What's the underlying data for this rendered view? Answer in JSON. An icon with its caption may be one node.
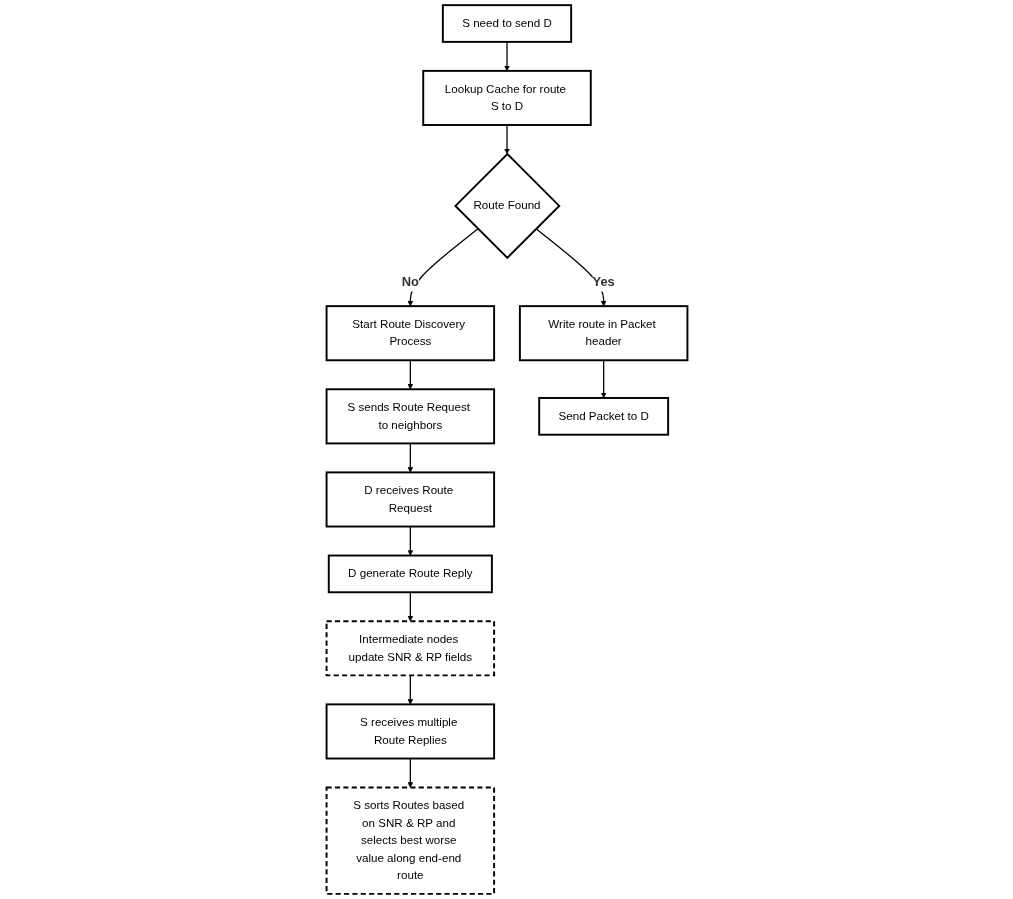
{
  "diagram": {
    "nodes": [
      {
        "text": [
          "S need to send D"
        ]
      },
      {
        "text": [
          "Lookup Cache for route S to D"
        ]
      },
      {
        "text": [
          "Route Found"
        ]
      },
      {
        "text": [
          "Start Route Discovery Process"
        ]
      },
      {
        "text": [
          "S sends Route Request to neighbors"
        ]
      },
      {
        "text": [
          "D receives Route Request"
        ]
      },
      {
        "text": [
          "D generate Route Reply"
        ]
      },
      {
        "text": [
          "Intermediate nodes update SNR & RP fields"
        ]
      },
      {
        "text": [
          "S receives multiple Route Replies"
        ]
      },
      {
        "text": [
          "S sorts Routes based on SNR & RP and selects best worse value along end-end route"
        ]
      },
      {
        "text": [
          "Write route in Packet header"
        ]
      },
      {
        "text": [
          "Send Packet to D"
        ]
      }
    ],
    "edges": [
      {
        "from": 0,
        "to": 1,
        "arrow": "to"
      },
      {
        "from": 1,
        "to": 2,
        "arrow": "to"
      },
      {
        "from": 2,
        "to": 3,
        "arrow": "to",
        "label": "No"
      },
      {
        "from": 2,
        "to": 10,
        "arrow": "to",
        "label": "Yes"
      },
      {
        "from": 3,
        "to": 4,
        "arrow": "to"
      },
      {
        "from": 4,
        "to": 5,
        "arrow": "to"
      },
      {
        "from": 5,
        "to": 6,
        "arrow": "to"
      },
      {
        "from": 6,
        "to": 7,
        "arrow": "to"
      },
      {
        "from": 7,
        "to": 8,
        "arrow": "to"
      },
      {
        "from": 8,
        "to": 9,
        "arrow": "to"
      },
      {
        "from": 10,
        "to": 11,
        "arrow": "to"
      }
    ]
  }
}
